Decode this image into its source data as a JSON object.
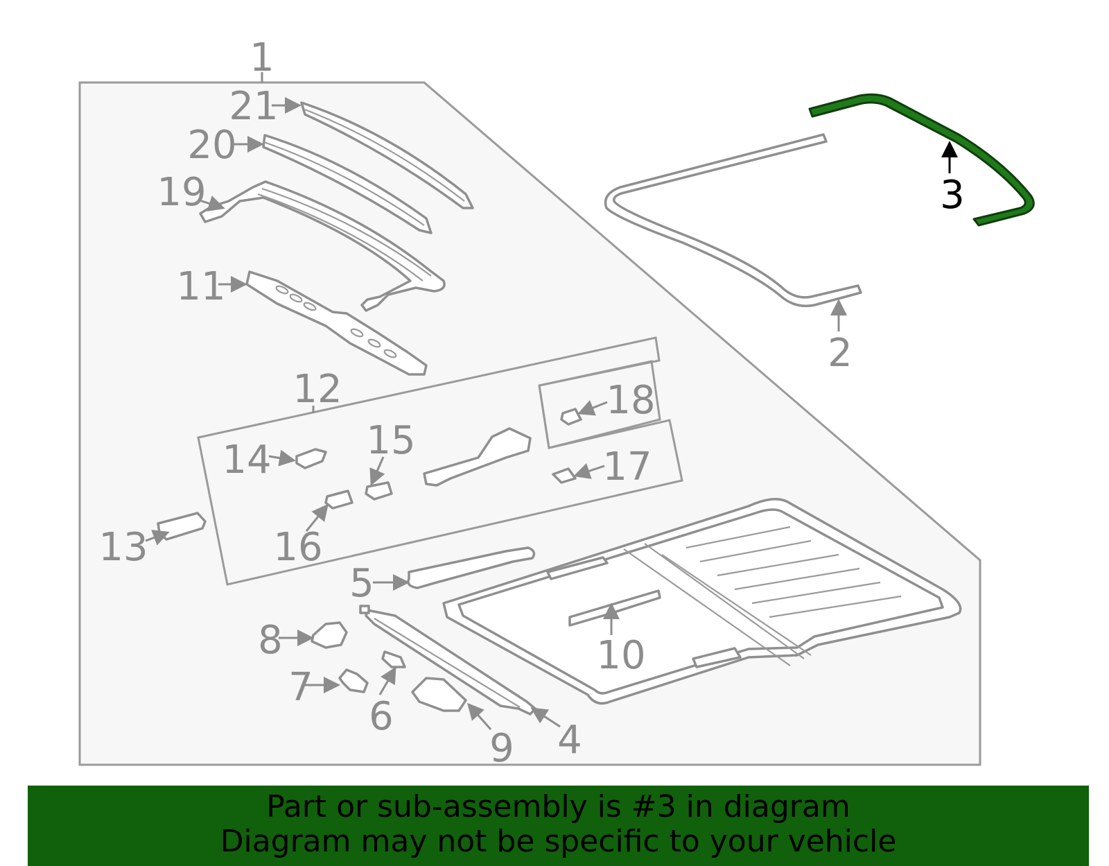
{
  "diagram": {
    "highlight_color": "#1f7a1a",
    "callouts": {
      "c1": "1",
      "c2": "2",
      "c3": "3",
      "c4": "4",
      "c5": "5",
      "c6": "6",
      "c7": "7",
      "c8": "8",
      "c9": "9",
      "c10": "10",
      "c11": "11",
      "c12": "12",
      "c13": "13",
      "c14": "14",
      "c15": "15",
      "c16": "16",
      "c17": "17",
      "c18": "18",
      "c19": "19",
      "c20": "20",
      "c21": "21"
    }
  },
  "banner": {
    "background": "#11600c",
    "line1": "Part or sub-assembly is #3 in diagram",
    "line2": "Diagram may not be specific to your vehicle"
  }
}
